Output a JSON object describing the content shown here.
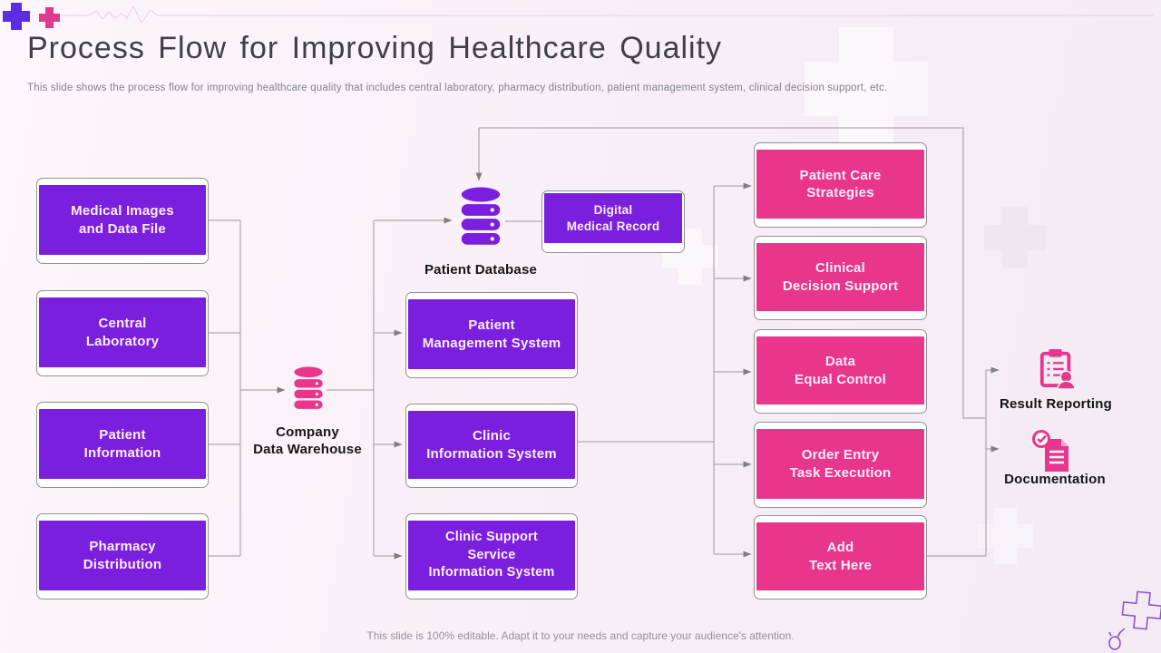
{
  "slide": {
    "title": "Process Flow for Improving Healthcare Quality",
    "subtitle": "This slide shows the process flow for improving healthcare quality that includes central laboratory, pharmacy distribution, patient management system, clinical decision support, etc.",
    "footer": "This slide is 100% editable. Adapt it to your needs and capture your audience's attention."
  },
  "colors": {
    "node_purple": "#7a1fdd",
    "node_pink": "#e7368b",
    "plus_purple": "#5c2ce0",
    "plus_pink": "#df3a8e",
    "connector_gray": "#9a9a9a",
    "title_text": "#3f3f46",
    "box_text": "#fbeef9"
  },
  "icons": {
    "header": [
      "plus-icon",
      "plus-icon",
      "heartbeat-line"
    ],
    "company_data_warehouse": "database-icon",
    "patient_database": "database-icon",
    "result_reporting": "clipboard-checklist-person-icon",
    "documentation": "document-check-icon",
    "corner_decoration": "medical-cross-stethoscope-icon",
    "background": "watermark-cross"
  },
  "diagram": {
    "left_boxes": [
      {
        "label": "Medical Images\nand Data File"
      },
      {
        "label": "Central\nLaboratory"
      },
      {
        "label": "Patient\nInformation"
      },
      {
        "label": "Pharmacy\nDistribution"
      }
    ],
    "warehouse": {
      "label": "Company\nData Warehouse"
    },
    "patient_database": {
      "label": "Patient Database"
    },
    "middle_boxes": [
      {
        "label": "Digital\nMedical Record"
      },
      {
        "label": "Patient\nManagement System"
      },
      {
        "label": "Clinic\nInformation System"
      },
      {
        "label": "Clinic Support\nService\nInformation System"
      }
    ],
    "right_boxes": [
      {
        "label": "Patient Care\nStrategies"
      },
      {
        "label": "Clinical\nDecision Support"
      },
      {
        "label": "Data\nEqual Control"
      },
      {
        "label": "Order Entry\nTask Execution"
      },
      {
        "label": "Add\nText Here"
      }
    ],
    "outputs": [
      {
        "label": "Result Reporting"
      },
      {
        "label": "Documentation"
      }
    ]
  }
}
